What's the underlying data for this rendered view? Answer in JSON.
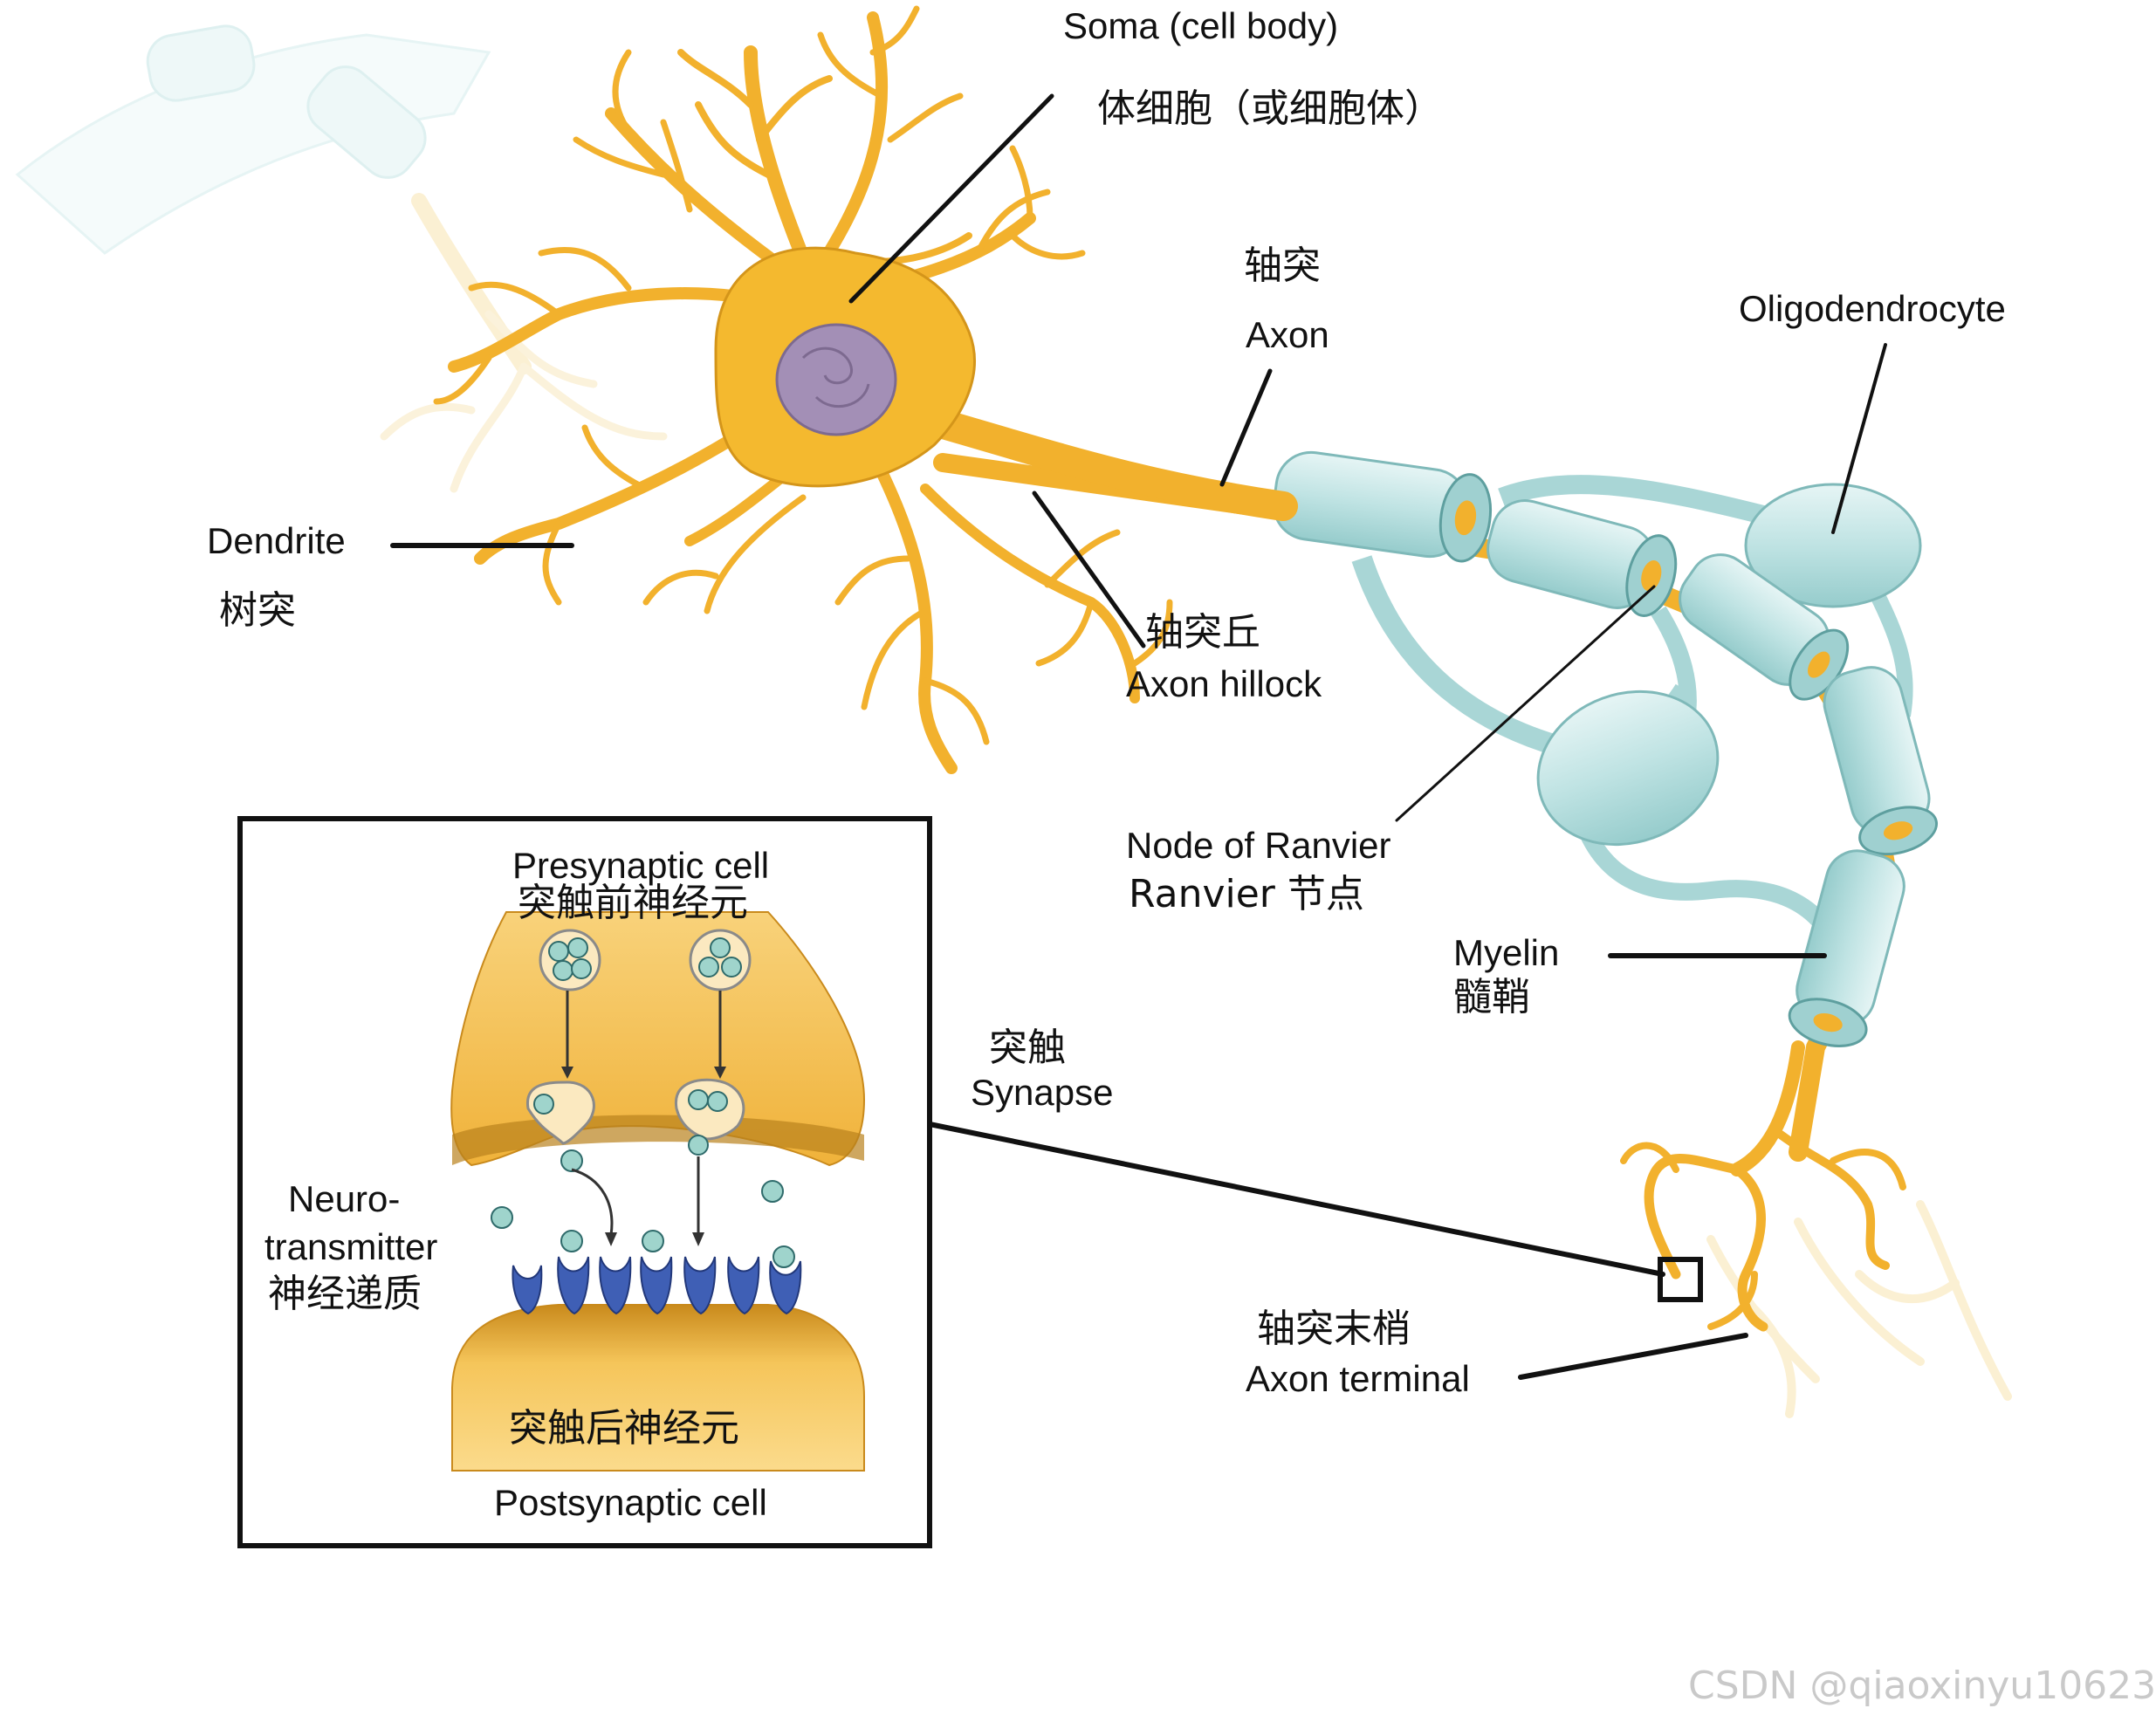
{
  "labels": {
    "soma_en": "Soma (cell body)",
    "soma_zh": "体细胞（或细胞体）",
    "axon_zh": "轴突",
    "axon_en": "Axon",
    "oligodendrocyte": "Oligodendrocyte",
    "dendrite_en": "Dendrite",
    "dendrite_zh": "树突",
    "hillock_zh": "轴突丘",
    "hillock_en": "Axon hillock",
    "ranvier_en": "Node of Ranvier",
    "ranvier_zh": "Ranvier 节点",
    "myelin_en": "Myelin",
    "myelin_zh": "髓鞘",
    "synapse_zh": "突触",
    "synapse_en": "Synapse",
    "terminal_zh": "轴突末梢",
    "terminal_en": "Axon terminal"
  },
  "inset": {
    "presynaptic_en": "Presynaptic cell",
    "presynaptic_zh": "突触前神经元",
    "neuro_line1": "Neuro-",
    "neuro_line2": "transmitter",
    "neuro_zh": "神经递质",
    "postsynaptic_zh": "突触后神经元",
    "postsynaptic_en": "Postsynaptic cell"
  },
  "watermark": "CSDN @qiaoxinyu10623",
  "colors": {
    "neuron": "#f4b92f",
    "neuron_dark": "#d4951a",
    "myelin": "#bfe3e3",
    "myelin_edge": "#7fb9b9",
    "nucleus": "#9e8ab2",
    "receptor": "#3f5fb5",
    "vesicle": "#9fd4cc"
  }
}
